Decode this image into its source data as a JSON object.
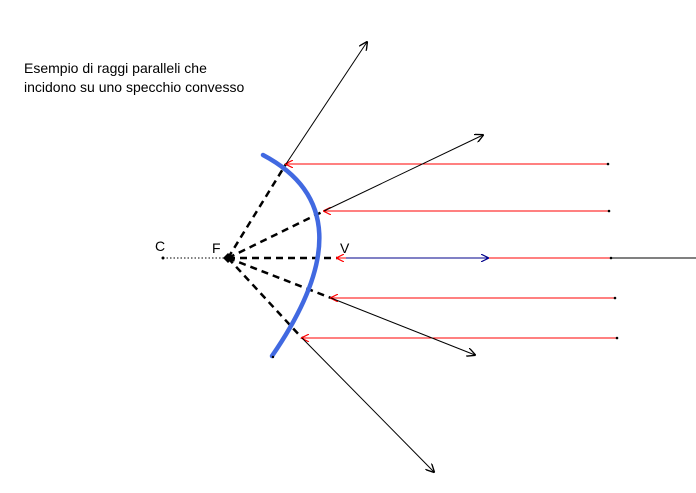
{
  "caption": {
    "line1": "Esempio di raggi paralleli che",
    "line2": "incidono su uno specchio convesso"
  },
  "points": {
    "C": "C",
    "F": "F",
    "V": "V"
  },
  "colors": {
    "mirror": "#4169e1",
    "incident_ray": "#ff0000",
    "axis_ray": "#00008b",
    "reflected_ray": "#000000",
    "virtual_extension": "#000000"
  }
}
